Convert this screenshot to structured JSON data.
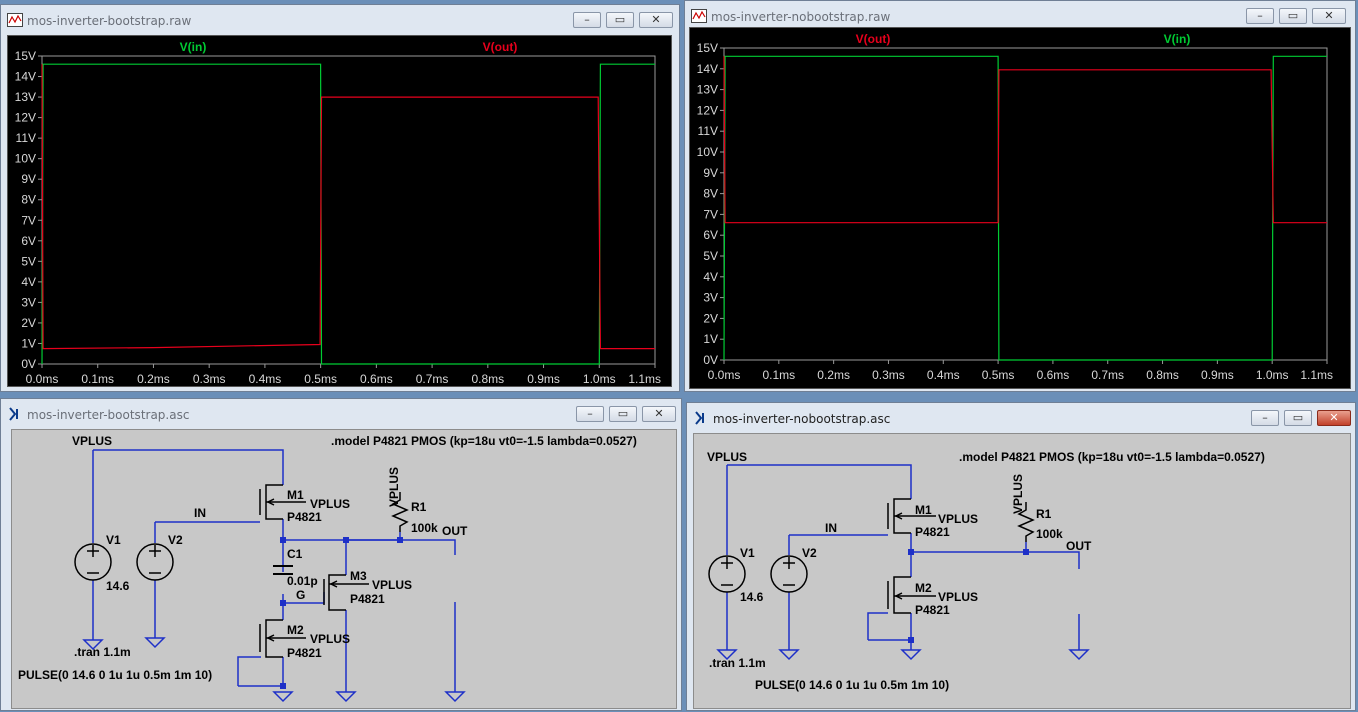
{
  "windows": {
    "wave_left": {
      "title": "mos-inverter-bootstrap.raw"
    },
    "wave_right": {
      "title": "mos-inverter-nobootstrap.raw"
    },
    "sch_left": {
      "title": "mos-inverter-bootstrap.asc"
    },
    "sch_right": {
      "title": "mos-inverter-nobootstrap.asc"
    }
  },
  "window_controls": {
    "minimize": "–",
    "maximize": "▭",
    "close": "✕"
  },
  "colors": {
    "vin": "#00cc33",
    "vout": "#e8001c",
    "wire": "#1e30c8",
    "component": "#000000",
    "plot_bg": "#000000",
    "schematic_bg": "#c8c8c8"
  },
  "plot_common": {
    "y_ticks": [
      "15V",
      "14V",
      "13V",
      "12V",
      "11V",
      "10V",
      "9V",
      "8V",
      "7V",
      "6V",
      "5V",
      "4V",
      "3V",
      "2V",
      "1V",
      "0V"
    ],
    "x_ticks": [
      "0.0ms",
      "0.1ms",
      "0.2ms",
      "0.3ms",
      "0.4ms",
      "0.5ms",
      "0.6ms",
      "0.7ms",
      "0.8ms",
      "0.9ms",
      "1.0ms",
      "1.1ms"
    ],
    "trace_vin": "V(in)",
    "trace_vout": "V(out)"
  },
  "chart_data": [
    {
      "type": "line",
      "ylim": [
        0,
        15
      ],
      "xlim": [
        0,
        1.1
      ],
      "series": [
        {
          "name": "V(in)",
          "color": "#00cc33",
          "x": [
            0,
            0.002,
            0.5,
            0.5015,
            1.0,
            1.002,
            1.1
          ],
          "y": [
            0,
            14.6,
            14.6,
            0,
            0,
            14.6,
            14.6
          ]
        },
        {
          "name": "V(out)",
          "color": "#e8001c",
          "x": [
            0,
            0.002,
            0.2,
            0.499,
            0.5015,
            0.998,
            1.002,
            1.1
          ],
          "y": [
            14.6,
            0.75,
            0.8,
            0.95,
            13.0,
            13.0,
            0.75,
            0.75
          ]
        }
      ]
    },
    {
      "type": "line",
      "ylim": [
        0,
        15
      ],
      "xlim": [
        0,
        1.1
      ],
      "series": [
        {
          "name": "V(in)",
          "color": "#00cc33",
          "x": [
            0,
            0.002,
            0.5,
            0.5015,
            1.0,
            1.002,
            1.1
          ],
          "y": [
            0,
            14.6,
            14.6,
            0,
            0,
            14.6,
            14.6
          ]
        },
        {
          "name": "V(out)",
          "color": "#e8001c",
          "x": [
            0,
            0.002,
            0.5,
            0.5015,
            0.998,
            1.002,
            1.1
          ],
          "y": [
            14.6,
            6.6,
            6.6,
            13.95,
            13.95,
            6.6,
            6.6
          ]
        }
      ]
    }
  ],
  "schematic_left": {
    "model": ".model P4821 PMOS (kp=18u vt0=-1.5 lambda=0.0527)",
    "vplus": "VPLUS",
    "vplus_vertical": "VPLUS",
    "in": "IN",
    "out": "OUT",
    "v1": "V1",
    "v1_value": "14.6",
    "v2": "V2",
    "m1": "M1",
    "m2": "M2",
    "m3": "M3",
    "model_name": "P4821",
    "m1_bulk": "VPLUS",
    "m2_bulk": "VPLUS",
    "m3_bulk": "VPLUS",
    "r1": "R1",
    "r1_value": "100k",
    "c1": "C1",
    "c1_value": "0.01p",
    "g": "G",
    "tran": ".tran 1.1m",
    "pulse": "PULSE(0 14.6 0 1u 1u 0.5m 1m 10)"
  },
  "schematic_right": {
    "model": ".model P4821 PMOS (kp=18u vt0=-1.5 lambda=0.0527)",
    "vplus": "VPLUS",
    "vplus_vertical": "VPLUS",
    "in": "IN",
    "out": "OUT",
    "v1": "V1",
    "v1_value": "14.6",
    "v2": "V2",
    "m1": "M1",
    "m2": "M2",
    "model_name": "P4821",
    "m1_bulk": "VPLUS",
    "m2_bulk": "VPLUS",
    "r1": "R1",
    "r1_value": "100k",
    "tran": ".tran 1.1m",
    "pulse": "PULSE(0 14.6 0 1u 1u 0.5m 1m 10)"
  }
}
